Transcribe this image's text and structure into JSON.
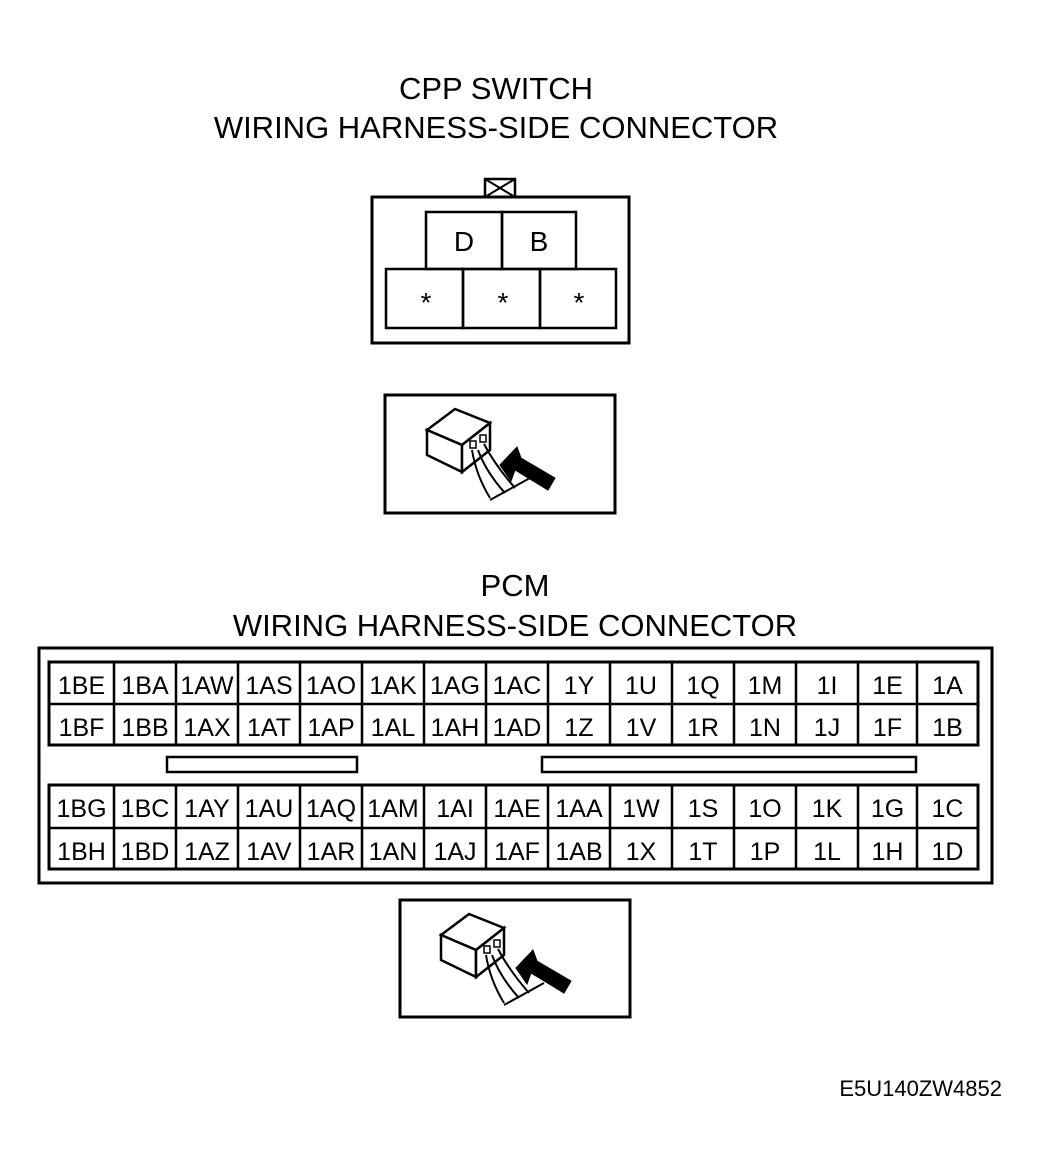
{
  "cpp": {
    "title_line1": "CPP SWITCH",
    "title_line2": "WIRING HARNESS-SIDE CONNECTOR",
    "top_pins": [
      "D",
      "B"
    ],
    "bottom_pins": [
      "*",
      "*",
      "*"
    ]
  },
  "pcm": {
    "title_line1": "PCM",
    "title_line2": "WIRING HARNESS-SIDE CONNECTOR",
    "upper_block": [
      [
        "1BE",
        "1BA",
        "1AW",
        "1AS",
        "1AO",
        "1AK",
        "1AG",
        "1AC",
        "1Y",
        "1U",
        "1Q",
        "1M",
        "1I",
        "1E",
        "1A"
      ],
      [
        "1BF",
        "1BB",
        "1AX",
        "1AT",
        "1AP",
        "1AL",
        "1AH",
        "1AD",
        "1Z",
        "1V",
        "1R",
        "1N",
        "1J",
        "1F",
        "1B"
      ]
    ],
    "lower_block": [
      [
        "1BG",
        "1BC",
        "1AY",
        "1AU",
        "1AQ",
        "1AM",
        "1AI",
        "1AE",
        "1AA",
        "1W",
        "1S",
        "1O",
        "1K",
        "1G",
        "1C"
      ],
      [
        "1BH",
        "1BD",
        "1AZ",
        "1AV",
        "1AR",
        "1AN",
        "1AJ",
        "1AF",
        "1AB",
        "1X",
        "1T",
        "1P",
        "1L",
        "1H",
        "1D"
      ]
    ]
  },
  "icons": {
    "view_icon_1": "harness-side-view-icon",
    "view_icon_2": "harness-side-view-icon"
  },
  "figure_code": "E5U140ZW4852"
}
